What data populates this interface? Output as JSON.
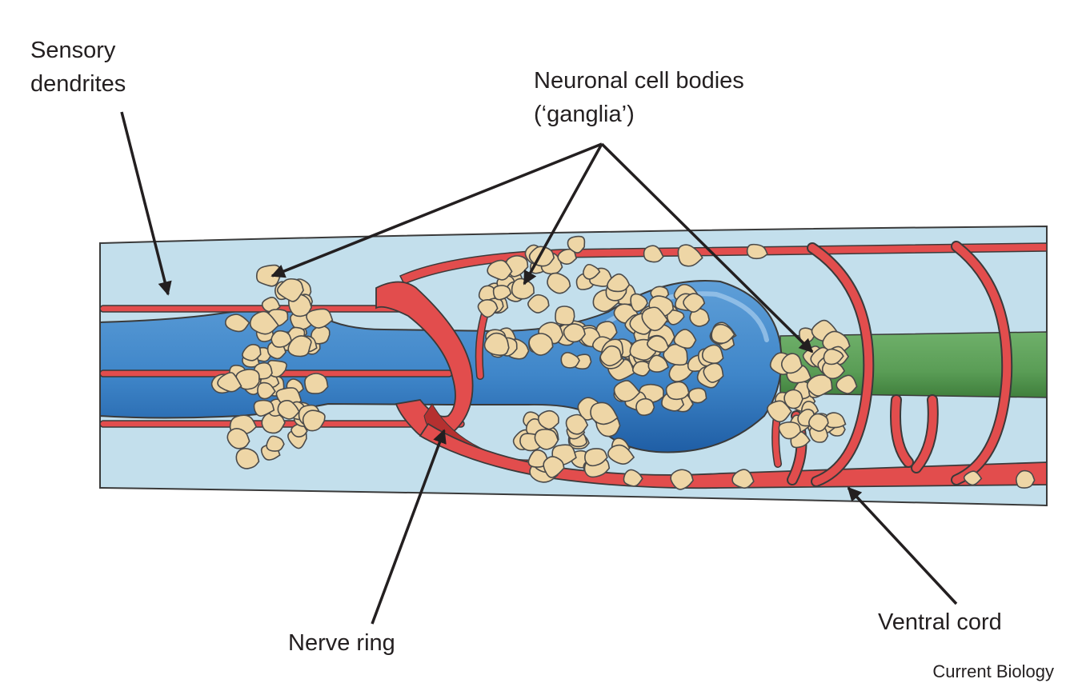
{
  "labels": {
    "sensory_line1": "Sensory",
    "sensory_line2": "dendrites",
    "neuronal_line1": "Neuronal cell bodies",
    "neuronal_line2": "(‘ganglia’)",
    "nerve_ring": "Nerve ring",
    "ventral_cord": "Ventral cord"
  },
  "credit": "Current Biology",
  "colors": {
    "body": "#c3dfec",
    "pharynx": "#3f86c9",
    "pharynx_dark": "#205fa6",
    "intestine": "#5fa35b",
    "intestine_dark": "#3f7f3c",
    "nerve": "#e24d4d",
    "nerve_dark": "#b53030",
    "cell": "#eed6a6",
    "outline": "#4a4a4a",
    "arrow": "#231f20"
  }
}
